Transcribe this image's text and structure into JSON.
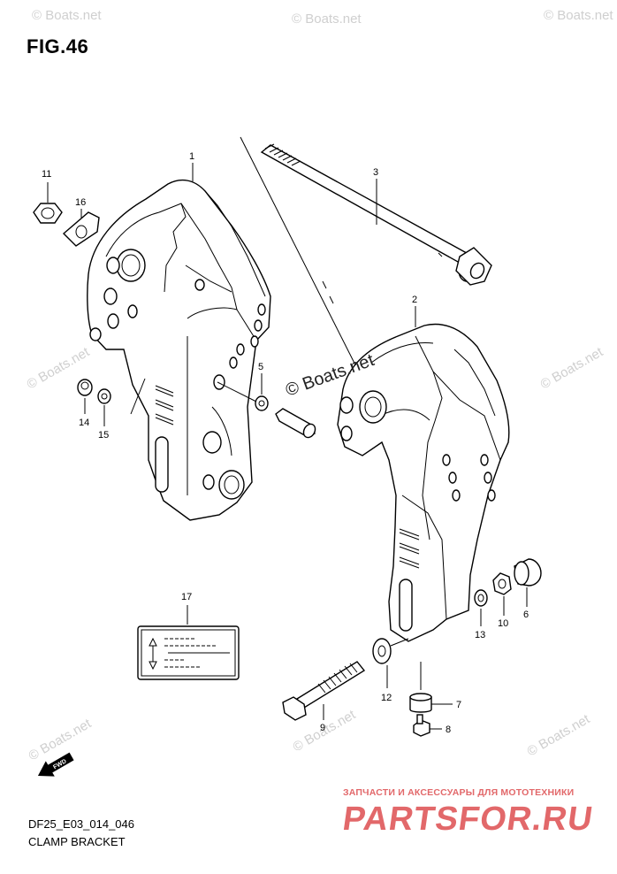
{
  "figure": {
    "title": "FIG.46",
    "code": "DF25_E03_014_046",
    "name": "CLAMP BRACKET",
    "fwd_label": "FWD"
  },
  "watermark": {
    "text": "© Boats.net",
    "center_text": "© Boats.net"
  },
  "branding": {
    "tagline": "ЗАПЧАСТИ И АКСЕССУАРЫ ДЛЯ МОТОТЕХНИКИ",
    "name": "PARTSFOR.RU",
    "color": "#e2686a"
  },
  "callouts": [
    {
      "id": "callout-1",
      "label": "1"
    },
    {
      "id": "callout-2",
      "label": "2"
    },
    {
      "id": "callout-3",
      "label": "3"
    },
    {
      "id": "callout-5",
      "label": "5"
    },
    {
      "id": "callout-6",
      "label": "6"
    },
    {
      "id": "callout-7",
      "label": "7"
    },
    {
      "id": "callout-8",
      "label": "8"
    },
    {
      "id": "callout-9",
      "label": "9"
    },
    {
      "id": "callout-10",
      "label": "10"
    },
    {
      "id": "callout-11",
      "label": "11"
    },
    {
      "id": "callout-12",
      "label": "12"
    },
    {
      "id": "callout-13",
      "label": "13"
    },
    {
      "id": "callout-14",
      "label": "14"
    },
    {
      "id": "callout-15",
      "label": "15"
    },
    {
      "id": "callout-16",
      "label": "16"
    },
    {
      "id": "callout-17",
      "label": "17"
    }
  ]
}
